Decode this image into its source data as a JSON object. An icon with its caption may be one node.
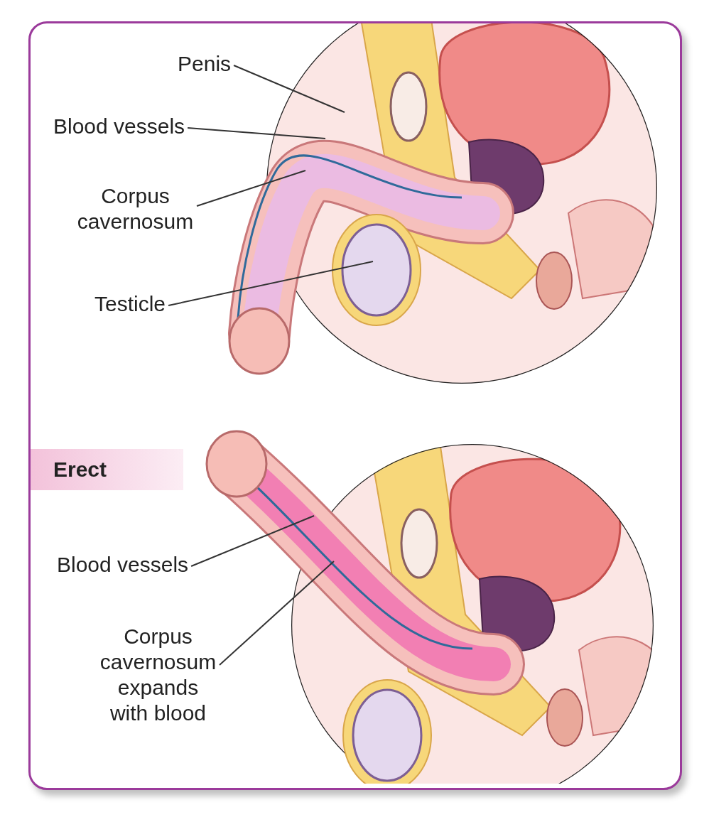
{
  "diagram": {
    "nodes": [
      {
        "text": [
          "Penis"
        ]
      },
      {
        "text": [
          "Blood vessels"
        ]
      },
      {
        "text": [
          "Corpus cavernosum"
        ]
      },
      {
        "text": [
          "Testicle"
        ]
      },
      {
        "text": [
          "Erect"
        ]
      },
      {
        "text": [
          "Blood vessels"
        ]
      },
      {
        "text": [
          "Corpus cavernosum expands with blood"
        ]
      }
    ],
    "edges": [
      {
        "from": 0,
        "to": null,
        "arrow": "none"
      },
      {
        "from": 1,
        "to": null,
        "arrow": "none"
      },
      {
        "from": 2,
        "to": null,
        "arrow": "none"
      },
      {
        "from": 3,
        "to": null,
        "arrow": "none"
      },
      {
        "from": 5,
        "to": null,
        "arrow": "none"
      },
      {
        "from": 6,
        "to": null,
        "arrow": "none"
      }
    ]
  }
}
